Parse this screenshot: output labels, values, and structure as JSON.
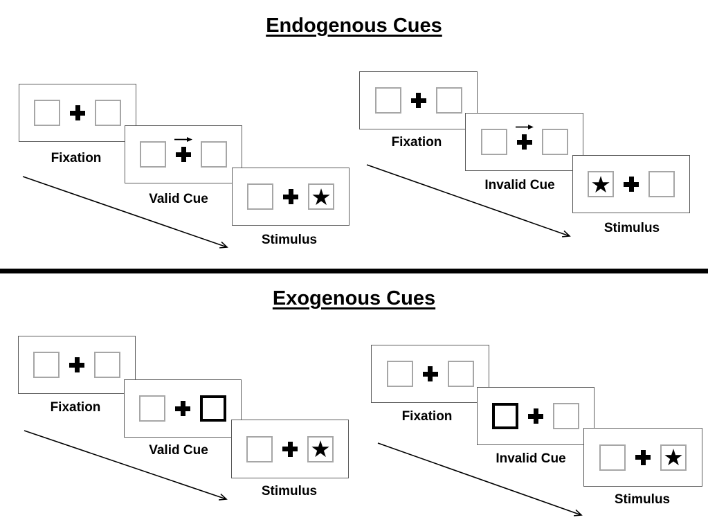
{
  "sections": [
    {
      "title": "Endogenous Cues",
      "cue_style": "central arrow above fixation cross",
      "sequences": [
        {
          "name": "valid",
          "frames": [
            {
              "label": "Fixation"
            },
            {
              "label": "Valid Cue",
              "cue": "arrow-pointing-right"
            },
            {
              "label": "Stimulus",
              "target_side": "right"
            }
          ]
        },
        {
          "name": "invalid",
          "frames": [
            {
              "label": "Fixation"
            },
            {
              "label": "Invalid Cue",
              "cue": "arrow-pointing-right"
            },
            {
              "label": "Stimulus",
              "target_side": "left"
            }
          ]
        }
      ]
    },
    {
      "title": "Exogenous Cues",
      "cue_style": "peripheral box thickened",
      "sequences": [
        {
          "name": "valid",
          "frames": [
            {
              "label": "Fixation"
            },
            {
              "label": "Valid Cue",
              "cue": "thick-box-right"
            },
            {
              "label": "Stimulus",
              "target_side": "right"
            }
          ]
        },
        {
          "name": "invalid",
          "frames": [
            {
              "label": "Fixation"
            },
            {
              "label": "Invalid Cue",
              "cue": "thick-box-left"
            },
            {
              "label": "Stimulus",
              "target_side": "right"
            }
          ]
        }
      ]
    }
  ],
  "icons": {
    "star": "★",
    "fixation_cross": "+",
    "cue_arrow": "→"
  },
  "colors": {
    "background": "#ffffff",
    "panel_border": "#595959",
    "box_border": "#a6a6a6",
    "cue_box_border": "#000000",
    "text": "#000000",
    "divider": "#000000"
  }
}
